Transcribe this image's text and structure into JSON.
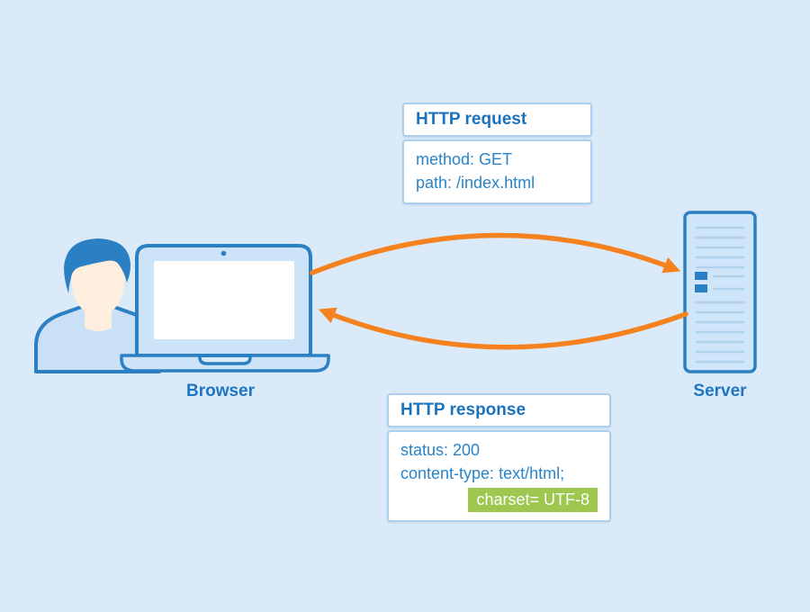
{
  "diagram": {
    "title_implied": "HTTP request/response flow between browser and server",
    "browser_label": "Browser",
    "server_label": "Server",
    "request_box": {
      "title": "HTTP request",
      "lines": [
        "method: GET",
        "path: /index.html"
      ]
    },
    "response_box": {
      "title": "HTTP response",
      "lines": [
        "status: 200",
        "content-type: text/html;"
      ],
      "highlight": "charset= UTF-8"
    },
    "icons": [
      "user-icon",
      "laptop-icon",
      "server-icon",
      "request-arrow-icon",
      "response-arrow-icon"
    ],
    "colors": {
      "background": "#dbeaf8",
      "outline_blue": "#2b7fc3",
      "fill_light_blue": "#cde4f8",
      "face_skin": "#fdeedd",
      "text_blue": "#1d76c1",
      "body_text_blue": "#2a84c8",
      "box_border": "#abcfec",
      "server_line": "#b2d3ee",
      "arrow_orange": "#f5821e",
      "highlight_green": "#9dc74e",
      "highlight_text": "#ffffff",
      "screen_white": "#ffffff"
    }
  }
}
